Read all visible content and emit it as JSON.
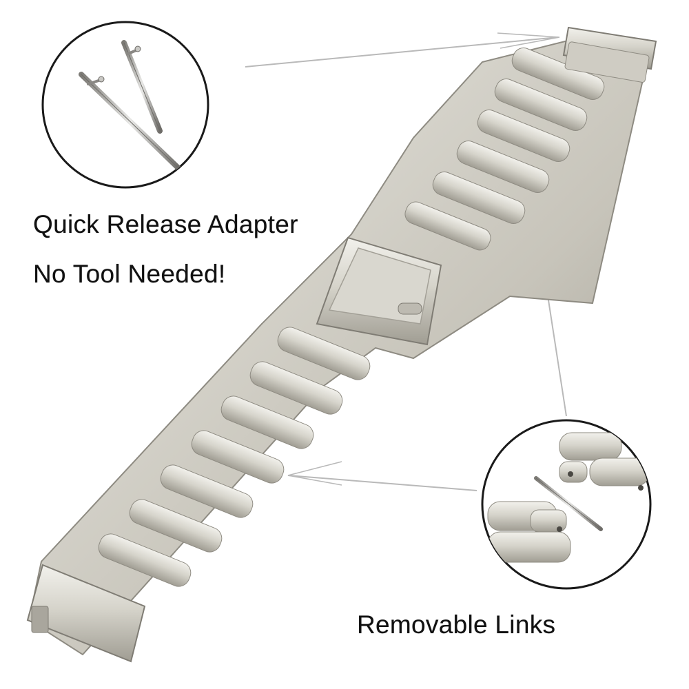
{
  "captions": {
    "quick_release": "Quick Release Adapter",
    "no_tool": "No Tool Needed!",
    "removable_links": "Removable Links"
  },
  "colors": {
    "background": "#ffffff",
    "metal_light": "#e4e2da",
    "metal_mid": "#c9c6bc",
    "metal_dark": "#8c8980",
    "arrow": "#b9b9b9",
    "circle_outline": "#1a1a1a"
  }
}
